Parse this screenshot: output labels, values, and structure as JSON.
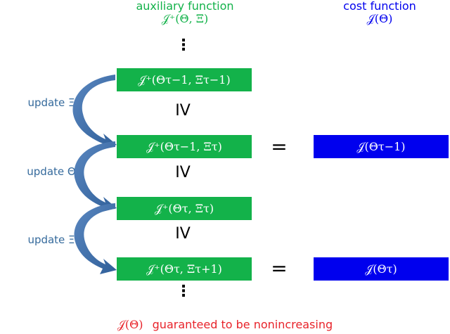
{
  "headers": {
    "auxiliary_title": "auxiliary function",
    "auxiliary_formula": "𝒥⁺(Θ, Ξ)",
    "cost_title": "cost function",
    "cost_formula": "𝒥(Θ)"
  },
  "vdots": "⋮",
  "aux_boxes": [
    {
      "label": "𝒥⁺(Θτ−1, Ξτ−1)"
    },
    {
      "label": "𝒥⁺(Θτ−1, Ξτ)"
    },
    {
      "label": "𝒥⁺(Θτ, Ξτ)"
    },
    {
      "label": "𝒥⁺(Θτ, Ξτ+1)"
    }
  ],
  "cost_boxes": [
    {
      "label": "𝒥(Θτ−1)"
    },
    {
      "label": "𝒥(Θτ)"
    }
  ],
  "relations": {
    "geq": "IV",
    "eq": "="
  },
  "updates": [
    {
      "label": "update Ξ"
    },
    {
      "label": "update Θ"
    },
    {
      "label": "update Ξ"
    }
  ],
  "footer": {
    "formula": "𝒥(Θ)",
    "text": "guaranteed to be nonincreasing"
  },
  "colors": {
    "aux_box": "#13b24a",
    "cost_box": "#0000ee",
    "header": "#13b24a",
    "cost_header": "#0000ee",
    "update_label": "#356a9c",
    "arrow": "#3f6fa8",
    "footer": "#e8232a"
  }
}
